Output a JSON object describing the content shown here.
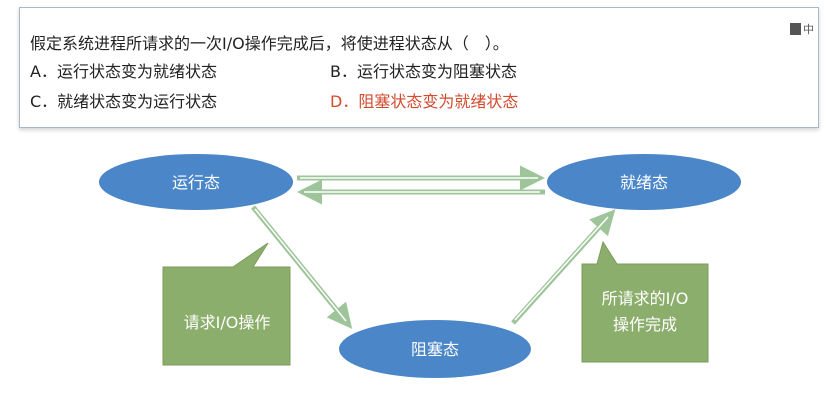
{
  "question": {
    "stem": "假定系统进程所请求的一次I/O操作完成后，将使进程状态从（　）。",
    "options": [
      {
        "label": "A．运行状态变为就绪状态"
      },
      {
        "label": "B．运行状态变为阻塞状态"
      },
      {
        "label": "C．就绪状态变为运行状态"
      },
      {
        "label": "D．阻塞状态变为就绪状态",
        "highlighted": true
      }
    ]
  },
  "lang_icon": {
    "icon": "keyboard-lang-icon",
    "text": "中"
  },
  "diagram": {
    "states": {
      "running": "运行态",
      "ready": "就绪态",
      "blocked": "阻塞态"
    },
    "callouts": {
      "request_io": "请求I/O操作",
      "io_complete_line1": "所请求的I/O",
      "io_complete_line2": "操作完成"
    }
  },
  "colors": {
    "state_fill": "#4a86c8",
    "arrow_green": "#9ec59a",
    "callout_fill": "#8cae6c",
    "answer_red": "#d24b2f"
  }
}
